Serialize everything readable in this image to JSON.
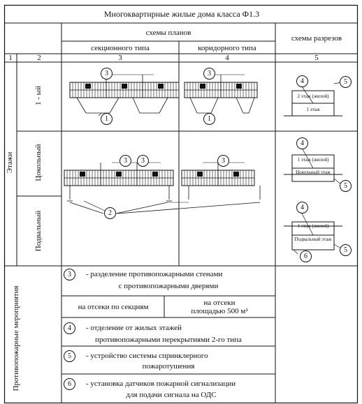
{
  "title": "Многоквартирные жилые дома класса Ф1.3",
  "header": {
    "plans": "схемы планов",
    "sections": "схемы разрезов",
    "sectional": "секционного типа",
    "corridor": "коридорного типа",
    "col_nums": [
      "1",
      "2",
      "3",
      "4",
      "5"
    ]
  },
  "floors": {
    "group": "Этажи",
    "first": "1 - ый",
    "plinth": "Цокольный",
    "basement": "Подвальный"
  },
  "markers": {
    "one": "1",
    "two": "2",
    "three": "3",
    "four": "4",
    "five": "5",
    "six": "6"
  },
  "section_labels": {
    "floor2": "2 этаж (жилой)",
    "floor1": "1 этаж",
    "floor1_res": "1 этаж (жилой)",
    "plinth_floor": "Цокольный этаж",
    "basement_floor": "Подвальный этаж"
  },
  "measures": {
    "group": "Противопожарные мероприятия",
    "m3_line1": "- разделение противопожарными стенами",
    "m3_line2": "с противопожарными дверями",
    "by_sections": "на отсеки по секциям",
    "by_area_line1": "на отсеки",
    "by_area_line2": "площадью  500 м²",
    "m4_line1": "- отделение от жилых этажей",
    "m4_line2": "противопожарными перекрытиями 2-го типа",
    "m5_line1": "- устройство системы спринклерного",
    "m5_line2": "пожаротушения",
    "m6_line1": "- установка датчиков пожарной сигнализации",
    "m6_line2": "для подачи сигнала на ОДС"
  }
}
